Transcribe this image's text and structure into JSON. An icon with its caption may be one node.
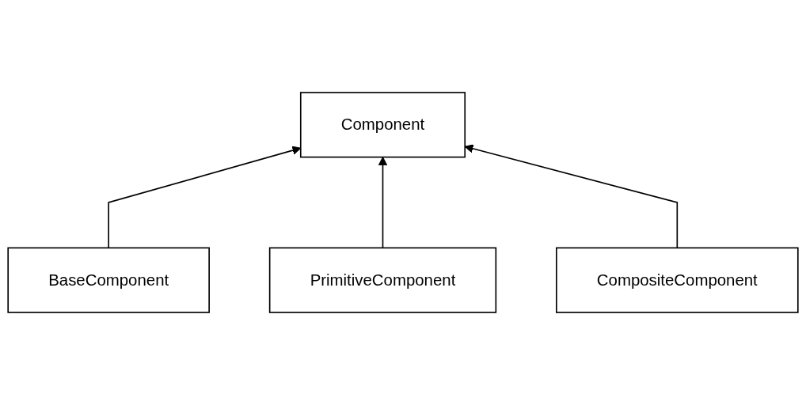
{
  "diagram": {
    "nodes": [
      {
        "text": [
          "Component"
        ]
      },
      {
        "text": [
          "BaseComponent"
        ]
      },
      {
        "text": [
          "PrimitiveComponent"
        ]
      },
      {
        "text": [
          "CompositeComponent"
        ]
      }
    ],
    "edges": [
      {
        "from": 1,
        "to": 0,
        "arrow": "to"
      },
      {
        "from": 2,
        "to": 0,
        "arrow": "to"
      },
      {
        "from": 3,
        "to": 0,
        "arrow": "to"
      }
    ]
  }
}
